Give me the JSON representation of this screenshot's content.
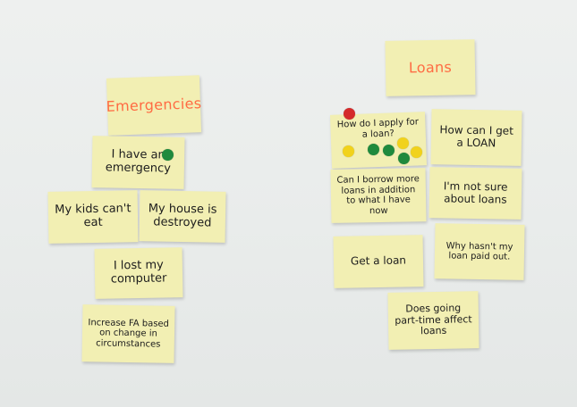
{
  "groups": [
    {
      "header": "Emergencies",
      "notes": [
        "I have an emergency",
        "My kids can't eat",
        "My house is destroyed",
        "I lost my computer",
        "Increase FA based on change in circumstances"
      ]
    },
    {
      "header": "Loans",
      "notes": [
        "How do I apply for a loan?",
        "How can I get a LOAN",
        "Can I borrow more loans in addition to what I have now",
        "I'm not sure about loans",
        "Get a loan",
        "Why hasn't my loan paid out.",
        "Does going part-time affect loans"
      ]
    }
  ],
  "dot_colors": {
    "red": "#d42a2a",
    "green": "#1f8a3d",
    "yellow": "#f1d21c"
  }
}
